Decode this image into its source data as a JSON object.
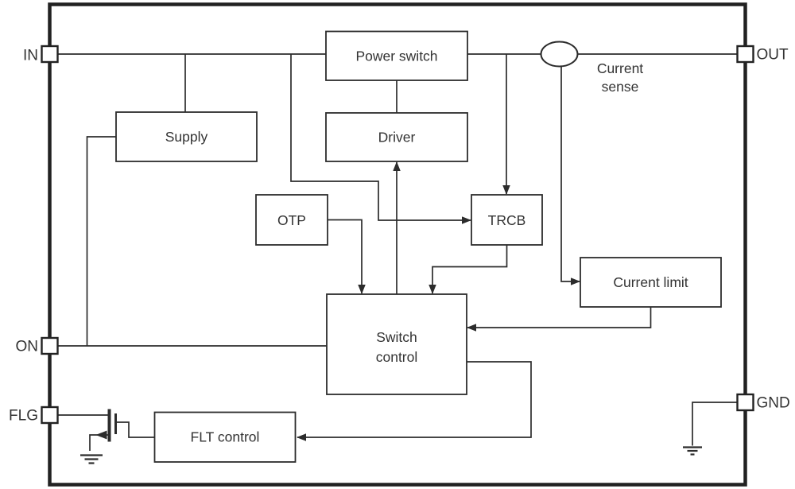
{
  "diagram": {
    "pins": [
      {
        "id": "in",
        "label": "IN"
      },
      {
        "id": "out",
        "label": "OUT"
      },
      {
        "id": "on",
        "label": "ON"
      },
      {
        "id": "flg",
        "label": "FLG"
      },
      {
        "id": "gnd",
        "label": "GND"
      }
    ],
    "blocks": [
      {
        "id": "power-switch",
        "label": "Power switch"
      },
      {
        "id": "driver",
        "label": "Driver"
      },
      {
        "id": "supply",
        "label": "Supply"
      },
      {
        "id": "otp",
        "label": "OTP"
      },
      {
        "id": "trcb",
        "label": "TRCB"
      },
      {
        "id": "current-limit",
        "label": "Current limit"
      },
      {
        "id": "switch-control",
        "lines": [
          "Switch",
          "control"
        ]
      },
      {
        "id": "flt-control",
        "label": "FLT control"
      }
    ],
    "annotations": {
      "current_sense": [
        "Current",
        "sense"
      ]
    },
    "colors": {
      "line": "#2c2c2c",
      "text": "#333333",
      "background": "#ffffff"
    }
  }
}
